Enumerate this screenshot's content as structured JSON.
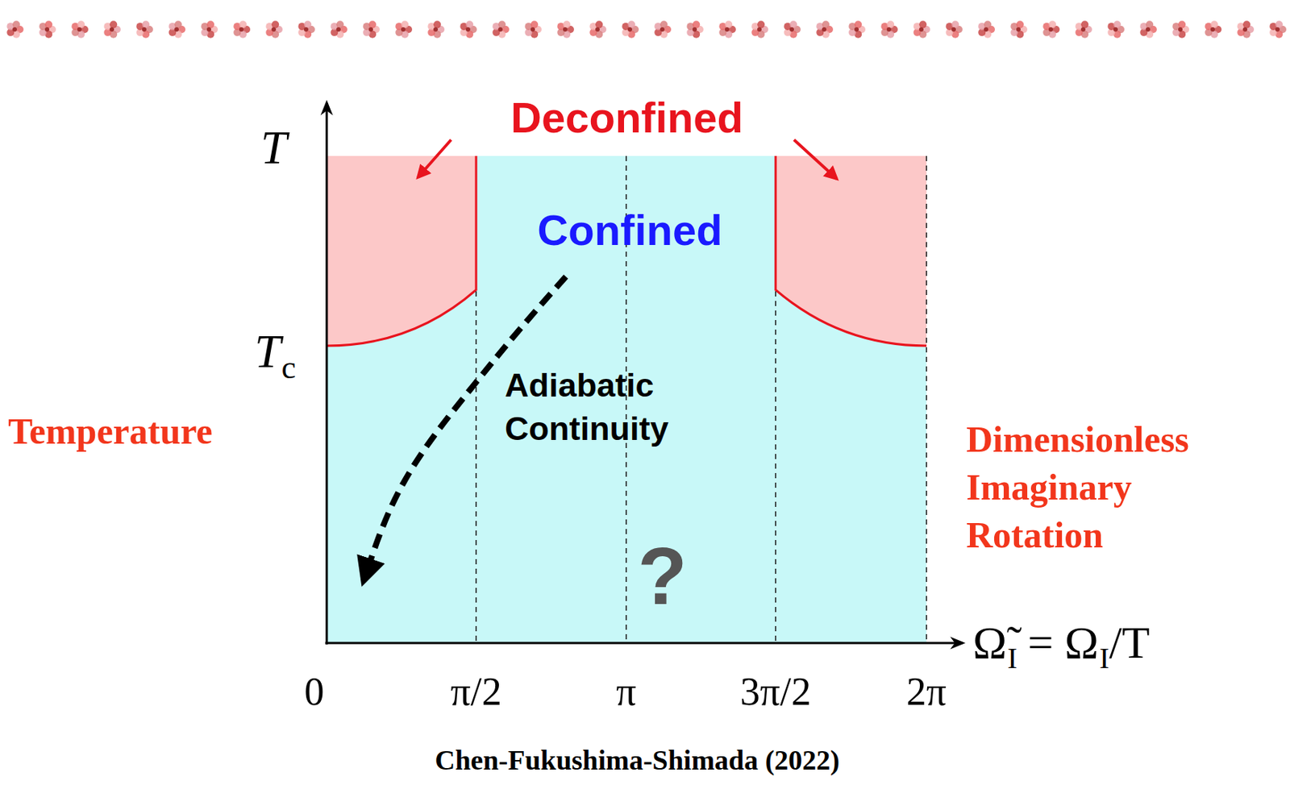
{
  "diagram": {
    "caption": "Chen-Fukushima-Shimada (2022)",
    "labels": [
      "Deconfined",
      "Confined",
      "Adiabatic Continuity",
      "?",
      "T",
      "T",
      "c",
      "Temperature",
      "Dimensionless Imaginary Rotation",
      "Ω̃",
      "I",
      "= Ω",
      "I",
      "/T",
      "0",
      "π/2",
      "π",
      "3π/2",
      "2π"
    ]
  }
}
